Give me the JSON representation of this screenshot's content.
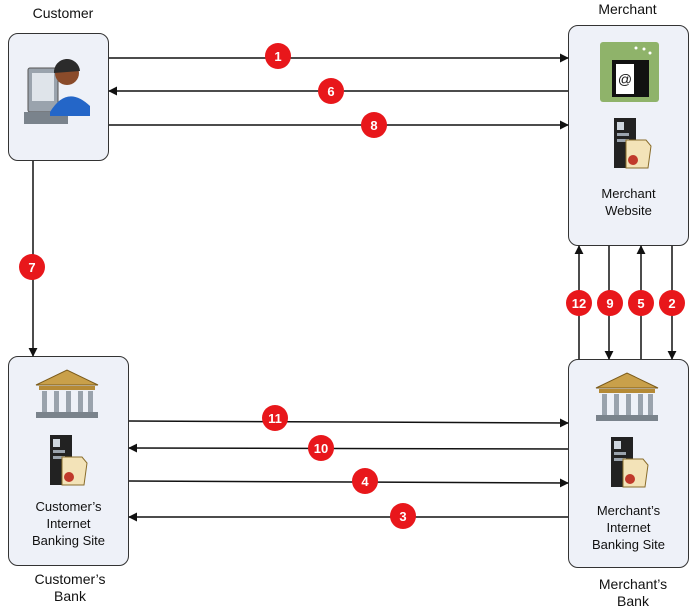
{
  "actors": {
    "customer": {
      "label": "Customer"
    },
    "merchant": {
      "label": "Merchant",
      "node_text": [
        "Merchant",
        "Website"
      ]
    },
    "customer_bank": {
      "label": [
        "Customer’s",
        "Bank"
      ],
      "node_text": [
        "Customer’s",
        "Internet",
        "Banking Site"
      ]
    },
    "merchant_bank": {
      "label": [
        "Merchant’s",
        "Bank"
      ],
      "node_text": [
        "Merchant’s",
        "Internet",
        "Banking Site"
      ]
    }
  },
  "steps": [
    "1",
    "2",
    "3",
    "4",
    "5",
    "6",
    "7",
    "8",
    "9",
    "10",
    "11",
    "12"
  ],
  "colors": {
    "badge": "#e8171b",
    "node_fill": "#eef1f8",
    "node_border": "#333333",
    "arrow": "#111111",
    "shop_bg": "#8fb36a"
  },
  "icons": [
    "user-at-computer-icon",
    "shopping-bag-icon",
    "server-certificate-icon",
    "bank-building-icon"
  ]
}
